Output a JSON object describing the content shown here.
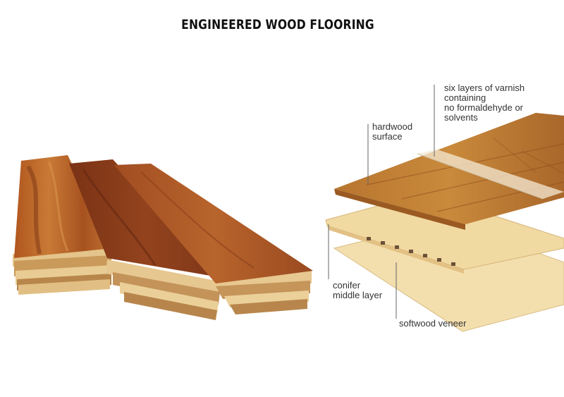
{
  "title": "ENGINEERED WOOD FLOORING",
  "labels": {
    "varnish": "six layers of varnish\ncontaining\nno formaldehyde or\nsolvents",
    "hardwood": "hardwood\nsurface",
    "conifer": "conifer\nmiddle layer",
    "softwood": "softwood veneer"
  }
}
